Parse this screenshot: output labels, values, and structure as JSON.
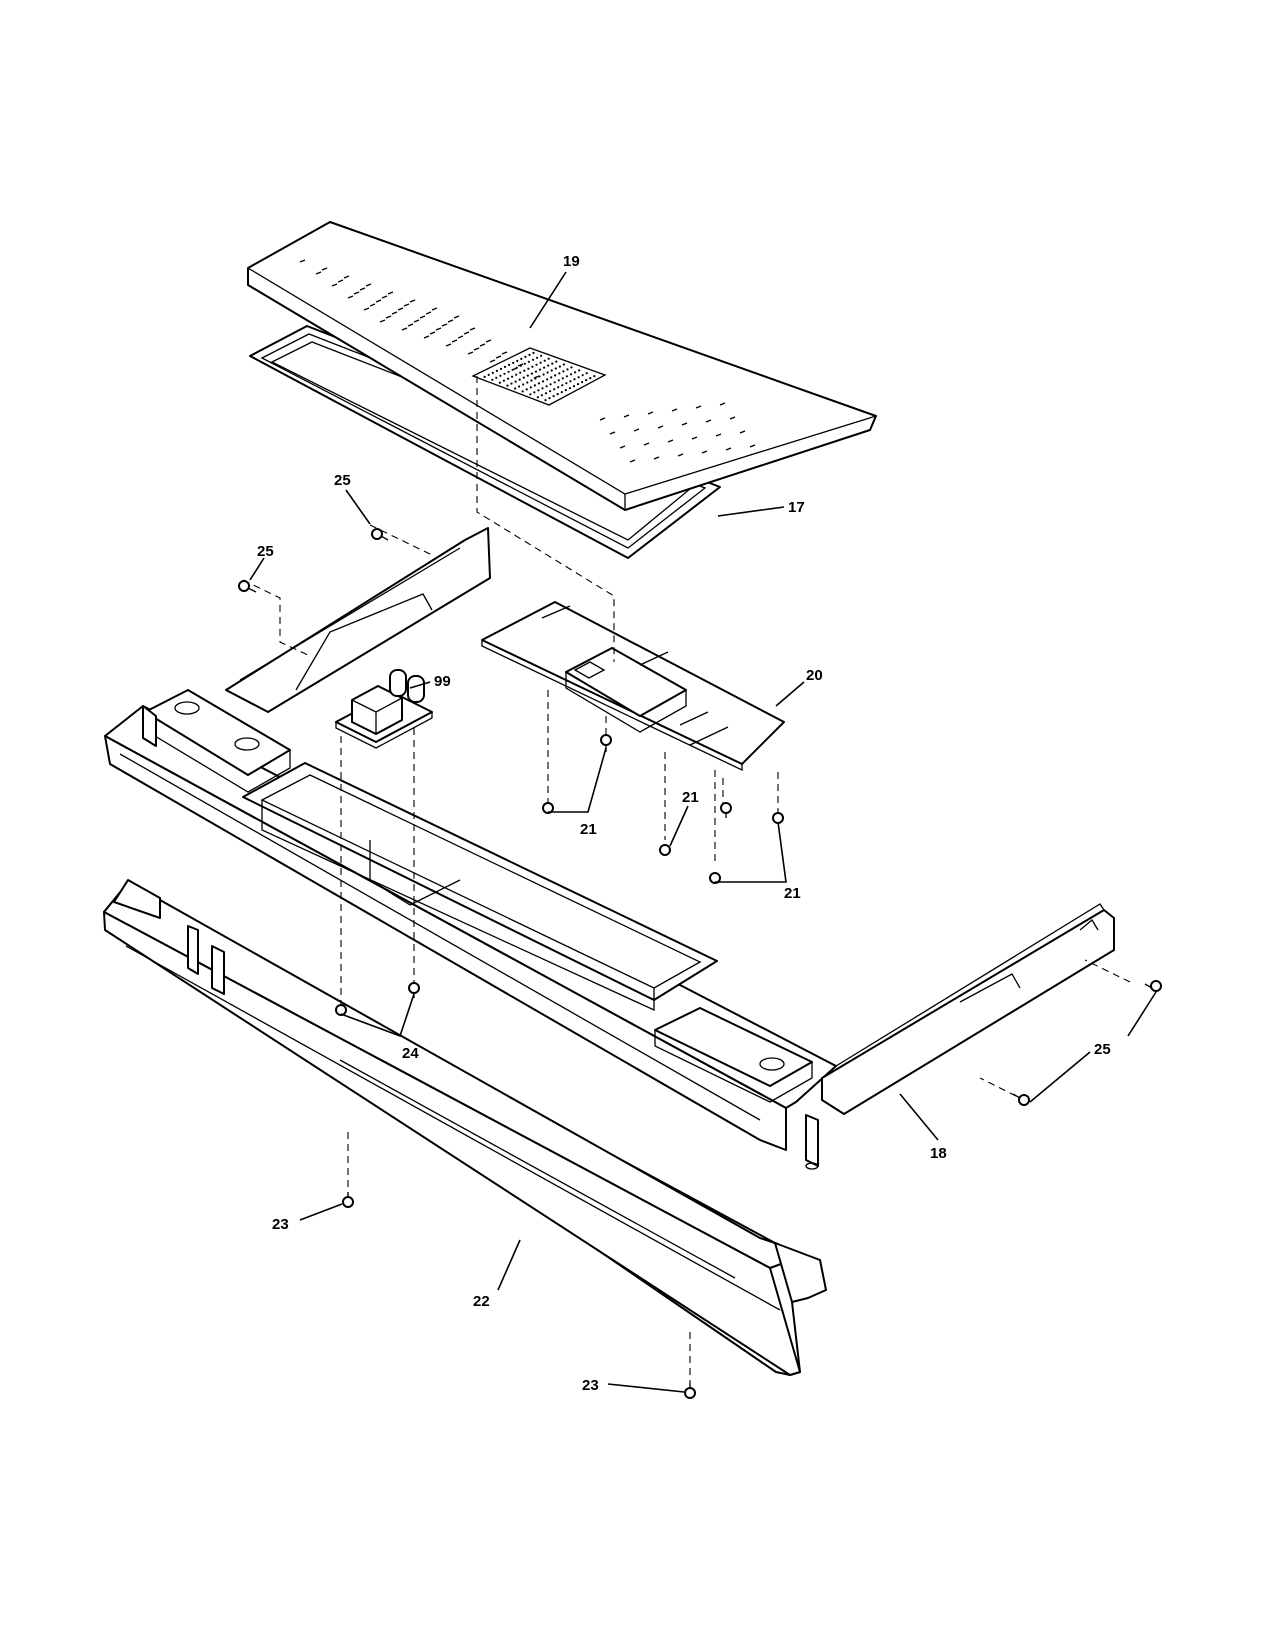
{
  "callouts": {
    "c19": "19",
    "c17": "17",
    "c25a": "25",
    "c25b": "25",
    "c99": "99",
    "c20": "20",
    "c21a": "21",
    "c21b": "21",
    "c21c": "21",
    "c24": "24",
    "c25c": "25",
    "c18": "18",
    "c23a": "23",
    "c22": "22",
    "c23b": "23"
  }
}
